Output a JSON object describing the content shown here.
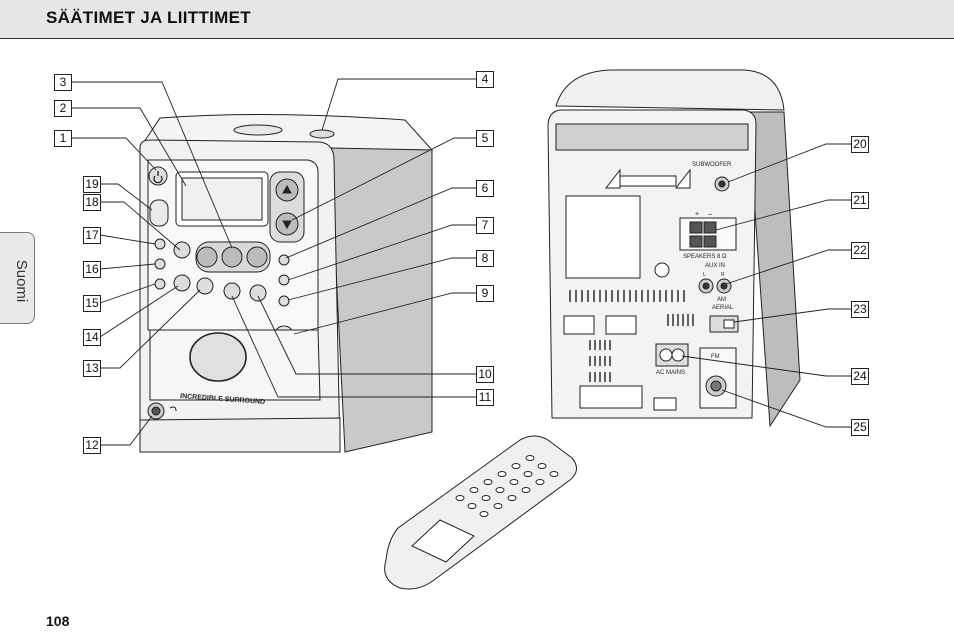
{
  "header": {
    "title": "SÄÄTIMET JA LIITTIMET"
  },
  "side_tab": {
    "label": "Suomi"
  },
  "page_number": "108",
  "front_unit": {
    "front_label": "INCREDIBLE SURROUND"
  },
  "rear_unit": {
    "subwoofer_label": "SUBWOOFER",
    "speakers_label": "SPEAKERS 8 Ω",
    "aux_in_label": "AUX IN",
    "aux_l": "L",
    "aux_r": "R",
    "am_label": "AM",
    "aerial_label": "AERIAL",
    "fm_label": "FM",
    "ac_mains_label": "AC MAINS",
    "plus": "+",
    "minus": "–"
  },
  "callouts_left": [
    "3",
    "2",
    "1",
    "19",
    "18",
    "17",
    "16",
    "15",
    "14",
    "13",
    "12"
  ],
  "callouts_right_front": [
    "4",
    "5",
    "6",
    "7",
    "8",
    "9",
    "10",
    "11"
  ],
  "callouts_rear": [
    "20",
    "21",
    "22",
    "23",
    "24",
    "25"
  ]
}
